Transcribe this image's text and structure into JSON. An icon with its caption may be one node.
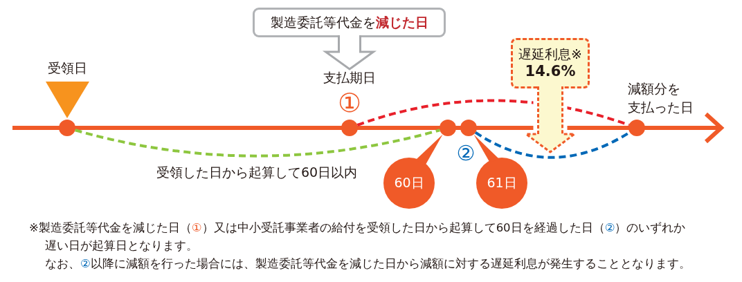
{
  "diagram": {
    "nodes": [
      {
        "text": [
          "製造委託等代金を**減じた日**"
        ]
      },
      {
        "text": [
          "遅延利息※",
          "14.6%"
        ]
      },
      {
        "text": [
          "支払期日"
        ]
      },
      {
        "text": [],
        "shape": "circle",
        "beside": [
          "受領日"
        ]
      },
      {
        "text": [],
        "shape": "circle",
        "beside": [
          "①"
        ]
      },
      {
        "text": [],
        "shape": "circle"
      },
      {
        "text": [],
        "shape": "circle",
        "beside": [
          "②"
        ]
      },
      {
        "text": [],
        "shape": "circle",
        "beside": [
          "減額分を支払った日"
        ]
      },
      {
        "text": [
          "60日"
        ]
      },
      {
        "text": [
          "61日"
        ]
      }
    ],
    "edges": [
      {
        "from": 0,
        "to": 2,
        "arrow": "to",
        "style": "thick",
        "color": "#a7a9ac"
      },
      {
        "from": 1,
        "to": null,
        "arrow": "to",
        "style": "thick"
      },
      {
        "from": 3,
        "to": 5,
        "arrow": "none",
        "style": "dashed",
        "color": "#8dc63f",
        "label": "受領した日から起算して60日以内"
      },
      {
        "from": 4,
        "to": 7,
        "arrow": "none",
        "style": "dashed",
        "color": "#e8202a"
      },
      {
        "from": 6,
        "to": 7,
        "arrow": "none",
        "style": "dashed",
        "color": "#0068b7"
      },
      {
        "from": 8,
        "to": 5,
        "arrow": "none"
      },
      {
        "from": 9,
        "to": 6,
        "arrow": "none"
      }
    ],
    "labels": [
      "※製造委託等代金を減じた日（①）又は中小受託事業者の給付を受領した日から起算して60日を経過した日（②）のいずれか遅い日が起算日となります。",
      "なお、②以降に減額を行った場合には、製造委託等代金を減じた日から減額に対する遅延利息が発生することとなります。"
    ]
  }
}
